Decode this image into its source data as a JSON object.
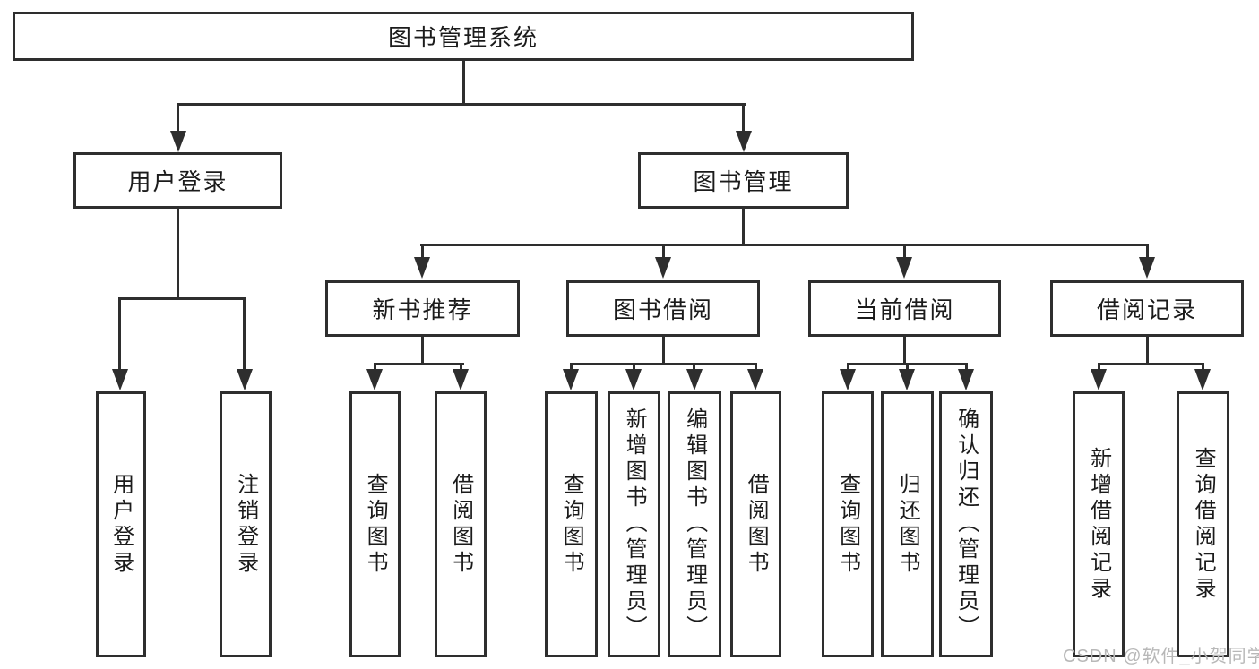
{
  "diagram": {
    "root": "图书管理系统",
    "branches": {
      "user_login": {
        "label": "用户登录",
        "children": [
          "用户登录",
          "注销登录"
        ]
      },
      "book_mgmt": {
        "label": "图书管理",
        "sections": [
          {
            "label": "新书推荐",
            "children": [
              "查询图书",
              "借阅图书"
            ]
          },
          {
            "label": "图书借阅",
            "children": [
              "查询图书",
              "新增图书（管理员）",
              "编辑图书（管理员）",
              "借阅图书"
            ]
          },
          {
            "label": "当前借阅",
            "children": [
              "查询图书",
              "归还图书",
              "确认归还（管理员）"
            ]
          },
          {
            "label": "借阅记录",
            "children": [
              "新增借阅记录",
              "查询借阅记录"
            ]
          }
        ]
      }
    }
  },
  "watermark": "CSDN @软件_小贺同学",
  "colors": {
    "line": "#2e2e2e",
    "text": "#1b1b1b",
    "watermark": "#b8b8b8",
    "background": "#ffffff"
  }
}
